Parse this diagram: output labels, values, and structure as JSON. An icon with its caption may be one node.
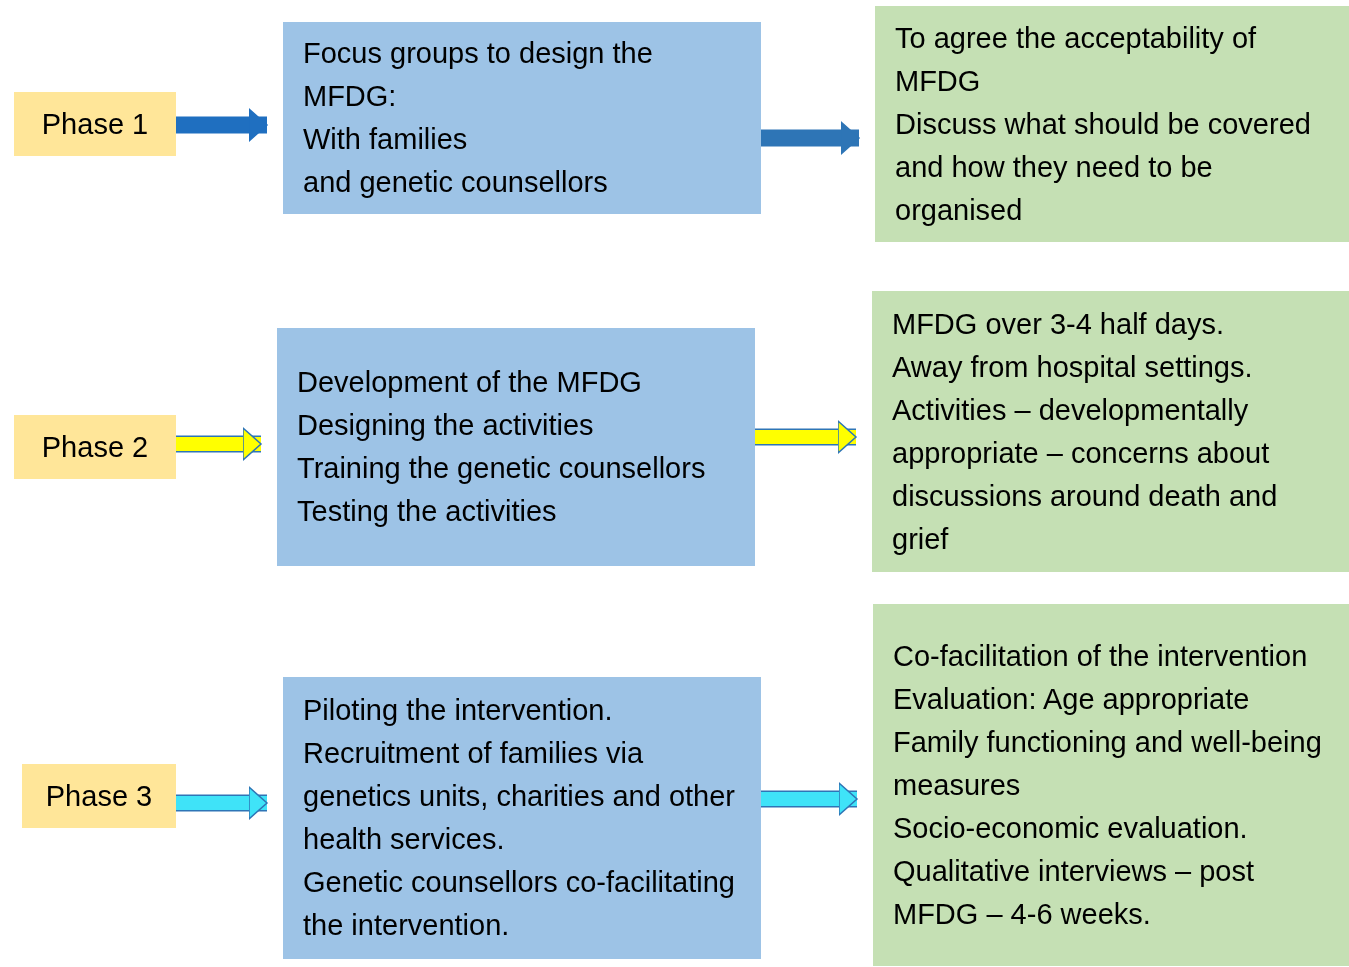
{
  "diagram": {
    "nodes": [
      {
        "text": [
          "Phase 1"
        ]
      },
      {
        "text": [
          "Focus groups to design the MFDG:",
          "With families",
          "and genetic counsellors"
        ]
      },
      {
        "text": [
          "To agree the acceptability of MFDG",
          "Discuss what should be covered and how they need to be organised"
        ]
      },
      {
        "text": [
          "Phase 2"
        ]
      },
      {
        "text": [
          "Development of the MFDG",
          "Designing the activities",
          "Training the genetic counsellors",
          "Testing the activities"
        ]
      },
      {
        "text": [
          "MFDG over 3-4 half days.",
          "Away from hospital settings.",
          "Activities – developmentally appropriate – concerns about discussions around death and grief"
        ]
      },
      {
        "text": [
          "Phase 3"
        ]
      },
      {
        "text": [
          "Piloting the intervention.",
          "Recruitment of families via genetics units, charities and other health services.",
          "Genetic counsellors co-facilitating the intervention."
        ]
      },
      {
        "text": [
          "Co-facilitation of the intervention",
          "Evaluation: Age appropriate",
          "Family functioning and well-being measures",
          "Socio-economic evaluation.",
          "Qualitative interviews – post MFDG – 4-6 weeks."
        ]
      }
    ],
    "edges": [
      {
        "from": 0,
        "to": 1,
        "arrow": "to",
        "color": "#1f6fc0"
      },
      {
        "from": 1,
        "to": 2,
        "arrow": "to",
        "color": "#2e75b6"
      },
      {
        "from": 3,
        "to": 4,
        "arrow": "to",
        "color": "#ffff00"
      },
      {
        "from": 4,
        "to": 5,
        "arrow": "to",
        "color": "#ffff00"
      },
      {
        "from": 6,
        "to": 7,
        "arrow": "to",
        "color": "#3fe3f8"
      },
      {
        "from": 7,
        "to": 8,
        "arrow": "to",
        "color": "#3fe3f8"
      }
    ]
  }
}
